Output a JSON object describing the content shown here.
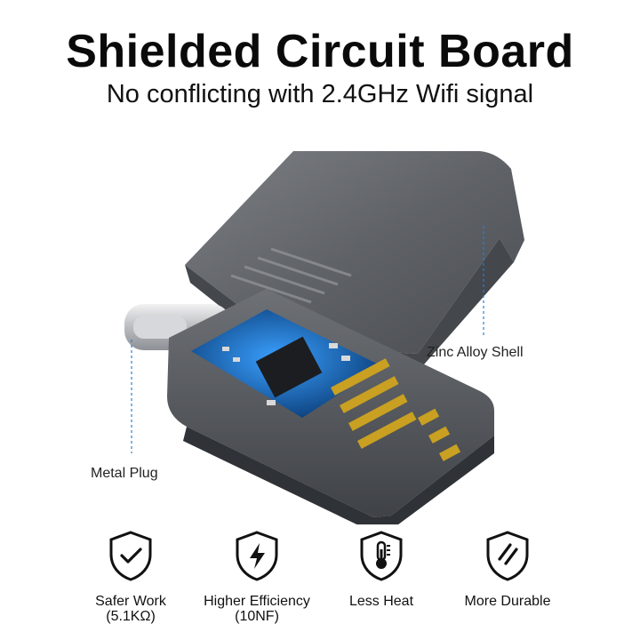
{
  "header": {
    "title": "Shielded Circuit Board",
    "subtitle": "No conflicting with 2.4GHz Wifi signal"
  },
  "callouts": {
    "shell": "Zinc Alloy Shell",
    "plug": "Metal Plug"
  },
  "features": [
    {
      "icon": "shield-check-icon",
      "label": "Safer Work",
      "sub": "(5.1KΩ)"
    },
    {
      "icon": "shield-bolt-icon",
      "label": "Higher Efficiency",
      "sub": "(10NF)"
    },
    {
      "icon": "shield-thermometer-icon",
      "label": "Less Heat",
      "sub": ""
    },
    {
      "icon": "shield-slash-icon",
      "label": "More Durable",
      "sub": ""
    }
  ],
  "colors": {
    "accent": "#2a7fd4",
    "metal": "#6b6e73",
    "pcb": "#0e5aa8",
    "gold": "#c9a021"
  }
}
